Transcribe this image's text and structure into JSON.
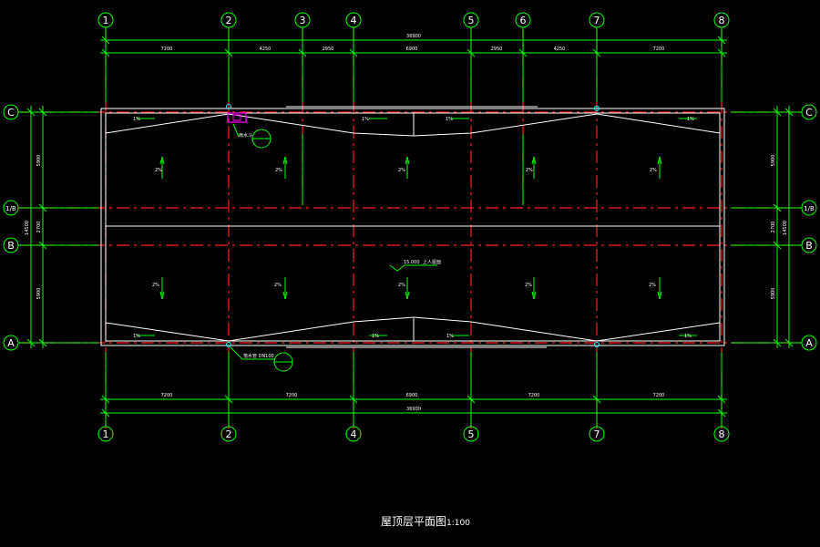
{
  "title": "屋顶层平面图",
  "scale": "1:100",
  "top_axes": [
    "1",
    "2",
    "3",
    "4",
    "5",
    "6",
    "7",
    "8"
  ],
  "bottom_axes": [
    "1",
    "2",
    "4",
    "5",
    "7",
    "8"
  ],
  "side_axes": [
    "C",
    "1/B",
    "B",
    "A"
  ],
  "top_dims": [
    "7200",
    "4250",
    "2950",
    "6900",
    "2950",
    "4250",
    "7200"
  ],
  "top_total": "36900",
  "bottom_dims": [
    "7200",
    "7200",
    "6900",
    "7200",
    "7200"
  ],
  "bottom_total": "36900",
  "left_dims": [
    "5900",
    "2700",
    "5900"
  ],
  "left_total": "14500",
  "right_dims": [
    "5900",
    "2700",
    "5900"
  ],
  "right_total": "14500",
  "slope_label": "2%",
  "edge_slope_label": "1%",
  "elevation": "15.000",
  "elevation_note": "上人屋面",
  "detail_top": "雨水斗",
  "detail_bottom": "落水管 DN100",
  "colors": {
    "axis": "#00ff00",
    "wall": "#ffffff",
    "gridline": "#ff2020",
    "detail": "#ff00ff"
  }
}
